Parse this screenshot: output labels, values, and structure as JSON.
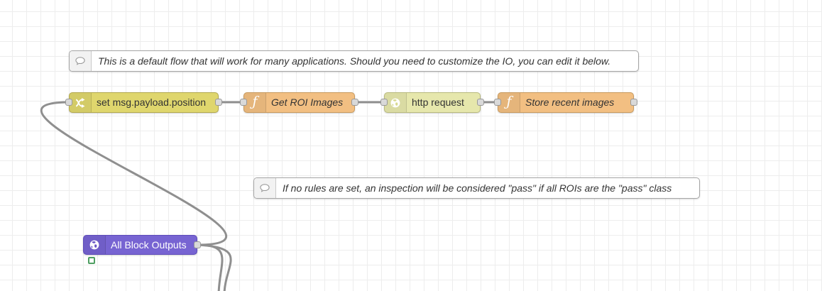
{
  "app": {
    "name": "flow-editor-canvas"
  },
  "comments": [
    {
      "text": "This is a default flow that will work for many applications. Should you need to customize the IO, you can edit it below."
    },
    {
      "text": "If no rules are set, an inspection will be considered \"pass\" if all ROIs are the \"pass\" class"
    }
  ],
  "nodes": [
    {
      "label": "set msg.payload.position",
      "type": "change",
      "icon": "shuffle-icon",
      "color": "#dfd66d"
    },
    {
      "label": "Get ROI Images",
      "type": "function",
      "icon": "function-icon",
      "color": "#f2bf82"
    },
    {
      "label": "http request",
      "type": "http request",
      "icon": "globe-icon",
      "color": "#e6e7ac"
    },
    {
      "label": "Store recent images",
      "type": "function",
      "icon": "function-icon",
      "color": "#f2bf82"
    },
    {
      "label": "All Block Outputs",
      "type": "block outputs",
      "icon": "globe-icon",
      "color": "#7764d2",
      "status_color": "#4f9f62"
    }
  ],
  "colors": {
    "wire": "#8f8f8f",
    "port_fill": "#d9d9d9",
    "port_border": "#999999",
    "grid": "#ededed",
    "status_green": "#4f9f62"
  }
}
